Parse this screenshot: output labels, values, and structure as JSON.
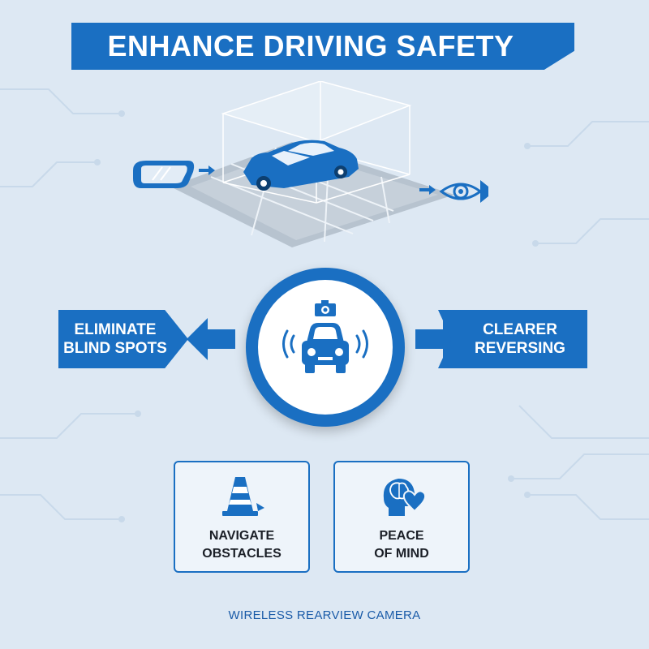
{
  "title": "ENHANCE DRIVING SAFETY",
  "features": {
    "left": {
      "line1": "ELIMINATE",
      "line2": "BLIND SPOTS"
    },
    "right": {
      "line1": "CLEARER",
      "line2": "REVERSING"
    }
  },
  "cards": [
    {
      "icon": "traffic-cone-icon",
      "line1": "NAVIGATE",
      "line2": "OBSTACLES"
    },
    {
      "icon": "brain-heart-icon",
      "line1": "PEACE",
      "line2": "OF MIND"
    }
  ],
  "footer": "WIRELESS REARVIEW CAMERA",
  "colors": {
    "background": "#dde8f3",
    "primary_blue": "#1a6fc2",
    "dark_text": "#1b1f27",
    "footer_text": "#1a5ba8"
  },
  "center_icon": "car-camera-sensor-icon"
}
